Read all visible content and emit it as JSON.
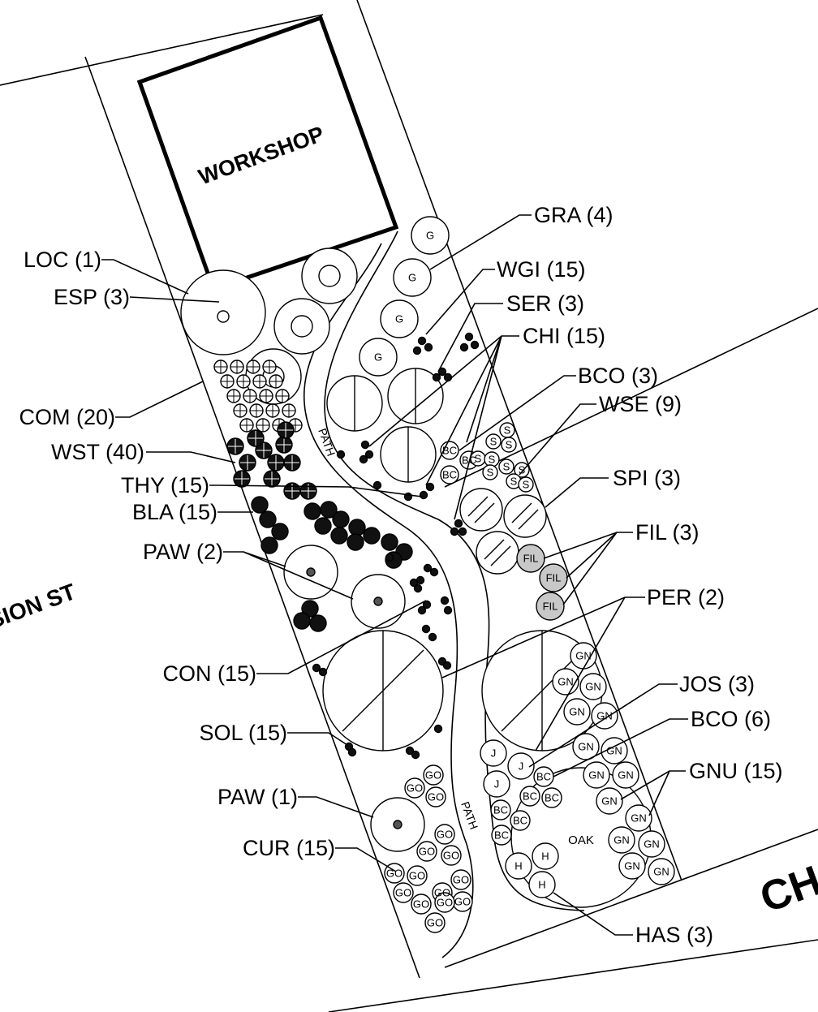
{
  "plan": {
    "building": "WORKSHOP",
    "path_labels": [
      "PATH",
      "PATH"
    ],
    "tree_label": "OAK",
    "streets": [
      "SION ST",
      "CH"
    ],
    "codes": {
      "G": "G",
      "GN": "GN",
      "J": "J",
      "BC": "BC",
      "H": "H",
      "GO": "GO",
      "S": "S",
      "FIL": "FIL"
    },
    "colors": {
      "line": "#000000",
      "fill_gray": "#bdbdbd",
      "background": "#ffffff"
    }
  },
  "callouts_right": [
    "GRA (4)",
    "WGI (15)",
    "SER (3)",
    "CHI (15)",
    "BCO (3)",
    "WSE (9)",
    "SPI (3)",
    "FIL (3)",
    "PER (2)",
    "JOS (3)",
    "BCO (6)",
    "GNU (15)",
    "HAS (3)"
  ],
  "callouts_left": [
    "LOC (1)",
    "ESP (3)",
    "COM (20)",
    "WST (40)",
    "THY (15)",
    "BLA (15)",
    "PAW (2)",
    "CON (15)",
    "SOL (15)",
    "PAW (1)",
    "CUR (15)"
  ]
}
